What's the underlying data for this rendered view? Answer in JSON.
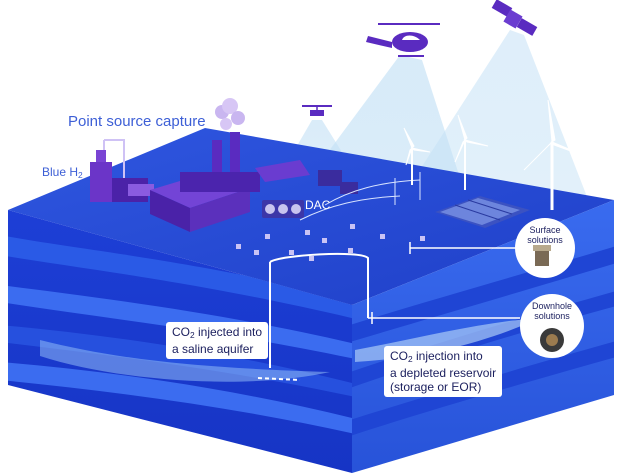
{
  "labels": {
    "point_source": "Point source capture",
    "blue_h2_main": "Blue H",
    "blue_h2_sub": "2",
    "dac": "DAC",
    "surface_l1": "Surface",
    "surface_l2": "solutions",
    "downhole_l1": "Downhole",
    "downhole_l2": "solutions",
    "aquifer_co": "CO",
    "aquifer_sub": "2",
    "aquifer_l1_rest": " injected into",
    "aquifer_l2": "a saline aquifer",
    "reservoir_co": "CO",
    "reservoir_sub": "2",
    "reservoir_l1_rest": " injection into",
    "reservoir_l2": "a depleted reservoir",
    "reservoir_l3": "(storage or EOR)"
  },
  "colors": {
    "label_blue": "#3d5fd6",
    "dark_text": "#1b1f5e",
    "surface_top": "#2a4fd8",
    "purple": "#5a2bc0"
  },
  "icons": [
    "helicopter-icon",
    "satellite-icon",
    "drone-icon",
    "wind-turbine-icon",
    "solar-panel-icon",
    "smoke-icon"
  ]
}
